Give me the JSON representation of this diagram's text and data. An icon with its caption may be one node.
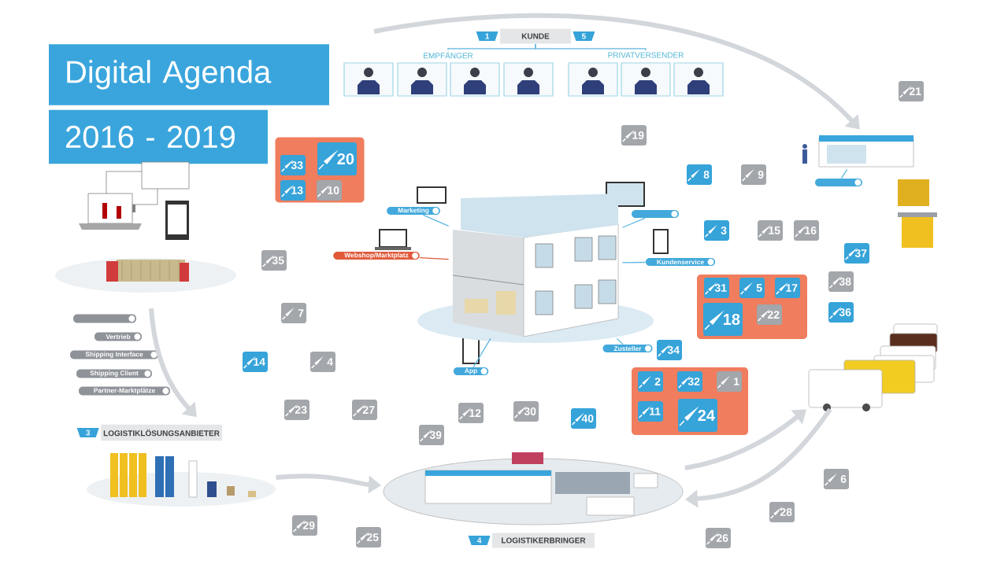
{
  "diagram": {
    "nodes": [
      {
        "text": [
          "Digital Agenda"
        ]
      },
      {
        "text": [
          "2016 - 2019"
        ]
      },
      {
        "text": [
          "KUNDE"
        ],
        "beside": [
          "1",
          "5"
        ]
      },
      {
        "text": [
          "EMPFÄNGER"
        ]
      },
      {
        "text": [
          "PRIVATVERSENDER"
        ]
      },
      {
        "text": [],
        "shape": "picture"
      },
      {
        "text": [],
        "shape": "picture"
      },
      {
        "text": [],
        "shape": "box"
      },
      {
        "text": [
          "Vertrieb"
        ]
      },
      {
        "text": [
          "Shipping Interface"
        ]
      },
      {
        "text": [
          "Shipping Client"
        ]
      },
      {
        "text": [
          "Partner-Marktplätze"
        ]
      },
      {
        "text": [
          "LOGISTIKLÖSUNGSANBIETER"
        ],
        "beside": [
          "3"
        ]
      },
      {
        "text": [],
        "shape": "picture"
      },
      {
        "text": [],
        "shape": "picture"
      },
      {
        "text": [
          "Marketing"
        ]
      },
      {
        "text": [],
        "shape": "box"
      },
      {
        "text": [
          "Webshop/Marktplatz"
        ]
      },
      {
        "text": [
          "Kundenservice"
        ]
      },
      {
        "text": [
          "Zusteller"
        ]
      },
      {
        "text": [
          "App"
        ]
      },
      {
        "text": [],
        "shape": "picture"
      },
      {
        "text": [
          "LOGISTIKERBRINGER"
        ],
        "beside": [
          "4"
        ]
      },
      {
        "text": [],
        "shape": "picture"
      },
      {
        "text": [],
        "shape": "box"
      },
      {
        "text": [],
        "shape": "picture"
      },
      {
        "text": [],
        "shape": "box"
      },
      {
        "text": [
          "33"
        ],
        "in": 26
      },
      {
        "text": [
          "20"
        ],
        "in": 26
      },
      {
        "text": [
          "13"
        ],
        "in": 26
      },
      {
        "text": [
          "10"
        ],
        "in": 26
      },
      {
        "text": [
          "19"
        ]
      },
      {
        "text": [
          "21"
        ]
      },
      {
        "text": [
          "8"
        ]
      },
      {
        "text": [
          "9"
        ]
      },
      {
        "text": [
          "3"
        ]
      },
      {
        "text": [
          "15"
        ]
      },
      {
        "text": [
          "16"
        ]
      },
      {
        "text": [
          "37"
        ]
      },
      {
        "text": [
          "38"
        ]
      },
      {
        "text": [
          "36"
        ]
      },
      {
        "text": [],
        "shape": "box"
      },
      {
        "text": [
          "31"
        ],
        "in": 41
      },
      {
        "text": [
          "5"
        ],
        "in": 41
      },
      {
        "text": [
          "17"
        ],
        "in": 41
      },
      {
        "text": [
          "18"
        ],
        "in": 41
      },
      {
        "text": [
          "22"
        ],
        "in": 41
      },
      {
        "text": [
          "34"
        ]
      },
      {
        "text": [],
        "shape": "box"
      },
      {
        "text": [
          "2"
        ],
        "in": 48
      },
      {
        "text": [
          "32"
        ],
        "in": 48
      },
      {
        "text": [
          "1"
        ],
        "in": 48
      },
      {
        "text": [
          "11"
        ],
        "in": 48
      },
      {
        "text": [
          "24"
        ],
        "in": 48
      },
      {
        "text": [
          "35"
        ]
      },
      {
        "text": [
          "7"
        ]
      },
      {
        "text": [
          "14"
        ]
      },
      {
        "text": [
          "4"
        ]
      },
      {
        "text": [
          "23"
        ]
      },
      {
        "text": [
          "27"
        ]
      },
      {
        "text": [
          "12"
        ]
      },
      {
        "text": [
          "30"
        ]
      },
      {
        "text": [
          "40"
        ]
      },
      {
        "text": [
          "39"
        ]
      },
      {
        "text": [
          "29"
        ]
      },
      {
        "text": [
          "25"
        ]
      },
      {
        "text": [
          "26"
        ]
      },
      {
        "text": [
          "28"
        ]
      },
      {
        "text": [
          "6"
        ]
      }
    ],
    "edges": [
      {
        "from": null,
        "to": 23,
        "arrow": "to",
        "style": "thick",
        "color": "#d3d7db"
      },
      {
        "from": null,
        "to": 12,
        "arrow": "to",
        "style": "thick",
        "color": "#d3d7db"
      },
      {
        "from": 13,
        "to": 21,
        "arrow": "to",
        "style": "thick",
        "color": "#d3d7db"
      },
      {
        "from": 21,
        "to": 25,
        "arrow": "to",
        "style": "thick",
        "color": "#d3d7db"
      },
      {
        "from": 25,
        "to": 21,
        "arrow": "to",
        "style": "thick",
        "color": "#d3d7db"
      },
      {
        "from": 2,
        "to": 3,
        "arrow": "none",
        "color": "#5fb7e0"
      },
      {
        "from": 2,
        "to": 4,
        "arrow": "none",
        "color": "#5fb7e0"
      },
      {
        "from": 15,
        "to": 14,
        "arrow": "none",
        "color": "#5fb7e0"
      },
      {
        "from": 16,
        "to": 14,
        "arrow": "none",
        "color": "#5fb7e0"
      },
      {
        "from": 17,
        "to": 14,
        "arrow": "none",
        "color": "#e05a3a"
      },
      {
        "from": 18,
        "to": 14,
        "arrow": "none",
        "color": "#5fb7e0"
      },
      {
        "from": 19,
        "to": 14,
        "arrow": "none",
        "color": "#5fb7e0"
      },
      {
        "from": 20,
        "to": 14,
        "arrow": "none",
        "color": "#5fb7e0"
      },
      {
        "from": 24,
        "to": 23,
        "arrow": "none",
        "color": "#5fb7e0"
      }
    ]
  }
}
